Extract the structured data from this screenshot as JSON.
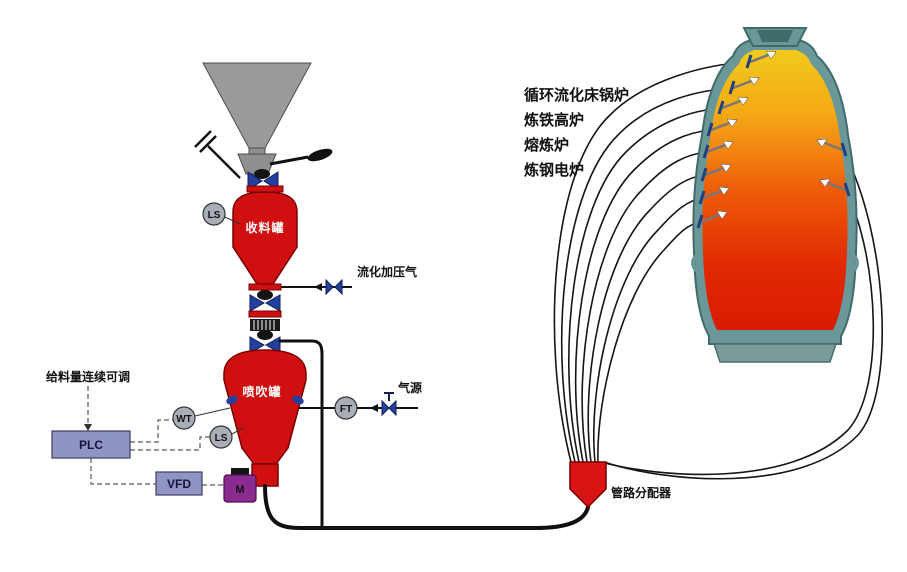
{
  "diagram": {
    "applications": [
      "循环流化床锅炉",
      "炼铁高炉",
      "熔炼炉",
      "炼钢电炉"
    ],
    "receiving_tank_label": "收料罐",
    "injection_tank_label": "喷吹罐",
    "instruments": {
      "level_top": "LS",
      "weight": "WT",
      "level_bottom": "LS",
      "flow": "FT"
    },
    "control": {
      "plc_label": "PLC",
      "vfd_label": "VFD",
      "motor_label": "M"
    },
    "annotations": {
      "feed_note": "给料量连续可调",
      "fluidizing_gas_label": "流化加压气",
      "gas_source_label": "气源",
      "distributor_label": "管路分配器"
    },
    "colors": {
      "vessel_red": "#d01010",
      "valve_blue": "#24409e",
      "control_box": "#9094c2",
      "motor_purple": "#8b2a8f",
      "furnace_shell": "#6a9898",
      "fire_top": "#f2cf1d",
      "fire_bottom": "#d81800"
    }
  }
}
